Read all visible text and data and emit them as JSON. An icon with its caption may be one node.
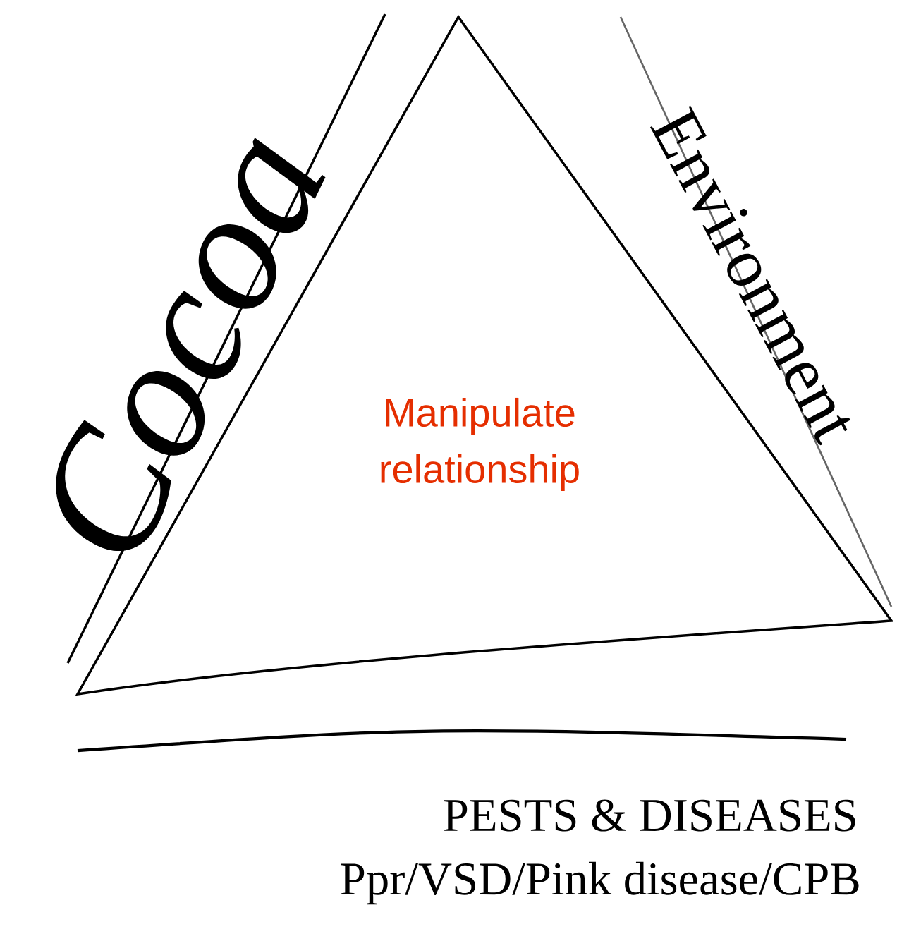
{
  "diagram": {
    "nodes": [
      {
        "text": [
          "Manipulate relationship"
        ]
      }
    ],
    "labels": [
      "Cocoa",
      "Environment",
      "PESTS & DISEASES",
      "Ppr/VSD/Pink disease/CPB"
    ]
  }
}
